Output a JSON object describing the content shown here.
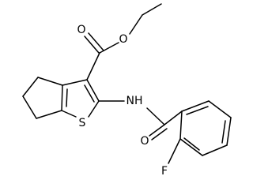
{
  "molecule": {
    "atom_labels": {
      "ester_carbonyl_oxygen": "O",
      "ester_ether_oxygen": "O",
      "thiophene_sulfur": "S",
      "amide_nitrogen": "NH",
      "amide_oxygen": "O",
      "fluorine": "F"
    }
  }
}
